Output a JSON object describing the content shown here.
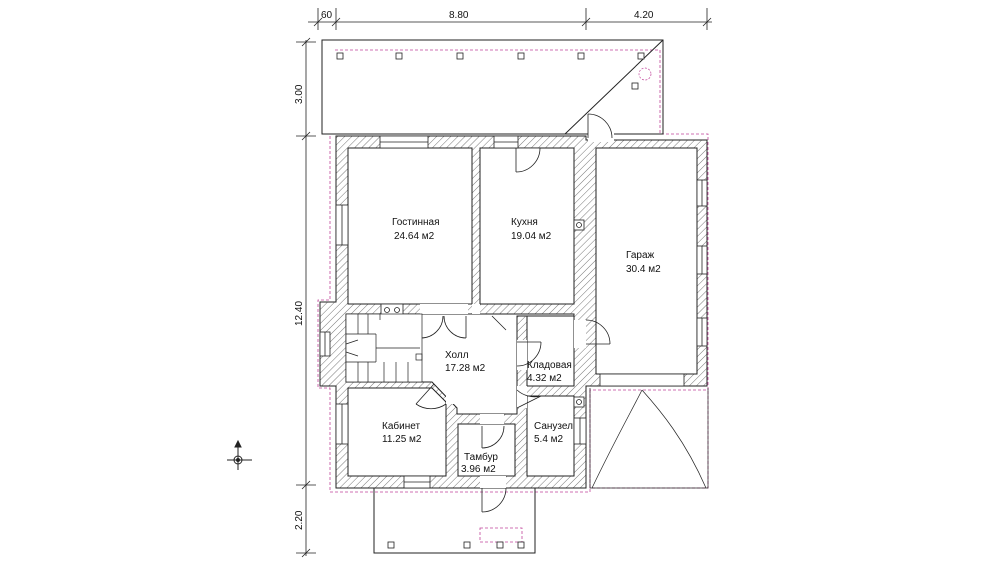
{
  "dimensions": {
    "top": [
      "60",
      "8.80",
      "4.20"
    ],
    "left": [
      "3.00",
      "12.40",
      "2.20"
    ]
  },
  "rooms": [
    {
      "name": "Гостинная",
      "area": "24.64 м2"
    },
    {
      "name": "Кухня",
      "area": "19.04 м2"
    },
    {
      "name": "Гараж",
      "area": "30.4 м2"
    },
    {
      "name": "Холл",
      "area": "17.28 м2"
    },
    {
      "name": "Кладовая",
      "area": "4.32 м2"
    },
    {
      "name": "Кабинет",
      "area": "11.25 м2"
    },
    {
      "name": "Тамбур",
      "area": "3.96 м2"
    },
    {
      "name": "Санузел",
      "area": "5.4 м2"
    }
  ],
  "icons": {
    "navigation": "move-crosshair-icon"
  },
  "colors": {
    "wall_line": "#222222",
    "hatch": "#777777",
    "dashed_outline": "#c0449a"
  }
}
